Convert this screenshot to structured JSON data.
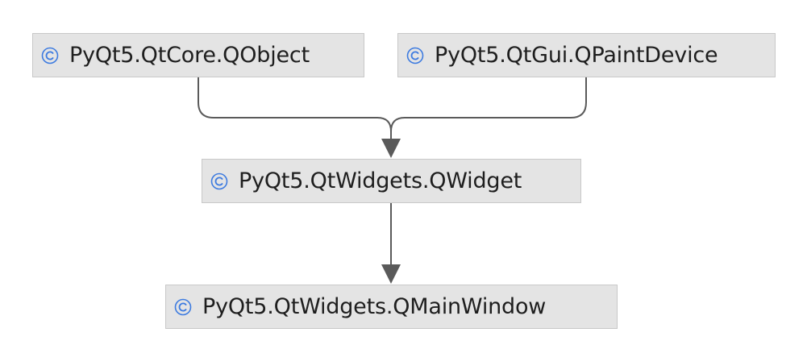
{
  "colors": {
    "node_fill": "#e4e4e4",
    "node_border": "#c8c8c8",
    "edge": "#5a5a5a",
    "class_icon": "#3d7be0"
  },
  "icons": {
    "class_marker": "class-icon"
  },
  "nodes": {
    "qobject": {
      "label": "PyQt5.QtCore.QObject"
    },
    "qpaintdevice": {
      "label": "PyQt5.QtGui.QPaintDevice"
    },
    "qwidget": {
      "label": "PyQt5.QtWidgets.QWidget"
    },
    "qmainwindow": {
      "label": "PyQt5.QtWidgets.QMainWindow"
    }
  }
}
